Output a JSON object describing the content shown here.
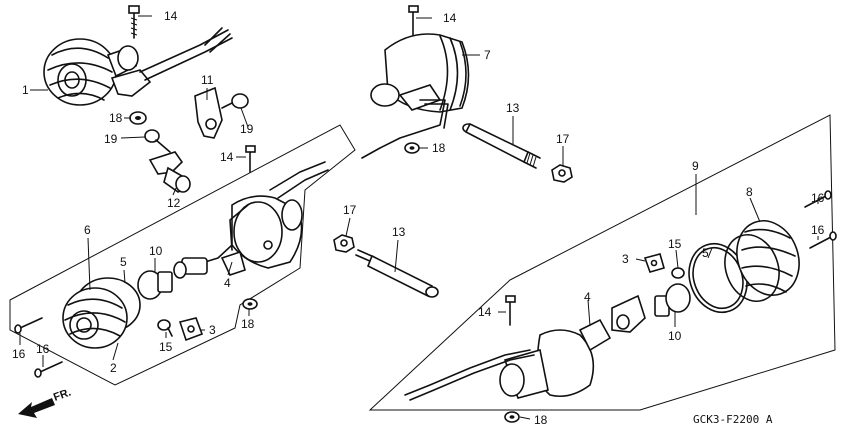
{
  "diagram_code": "GCK3-F2200 A",
  "direction_label": "FR.",
  "callouts": [
    {
      "id": "c1",
      "text": "1"
    },
    {
      "id": "c2",
      "text": "2"
    },
    {
      "id": "c3a",
      "text": "3"
    },
    {
      "id": "c3b",
      "text": "3"
    },
    {
      "id": "c4a",
      "text": "4"
    },
    {
      "id": "c4b",
      "text": "4"
    },
    {
      "id": "c5a",
      "text": "5"
    },
    {
      "id": "c5b",
      "text": "5"
    },
    {
      "id": "c6",
      "text": "6"
    },
    {
      "id": "c7",
      "text": "7"
    },
    {
      "id": "c8",
      "text": "8"
    },
    {
      "id": "c9",
      "text": "9"
    },
    {
      "id": "c10a",
      "text": "10"
    },
    {
      "id": "c10b",
      "text": "10"
    },
    {
      "id": "c11",
      "text": "11"
    },
    {
      "id": "c12",
      "text": "12"
    },
    {
      "id": "c13a",
      "text": "13"
    },
    {
      "id": "c13b",
      "text": "13"
    },
    {
      "id": "c14a",
      "text": "14"
    },
    {
      "id": "c14b",
      "text": "14"
    },
    {
      "id": "c14c",
      "text": "14"
    },
    {
      "id": "c14d",
      "text": "14"
    },
    {
      "id": "c15a",
      "text": "15"
    },
    {
      "id": "c15b",
      "text": "15"
    },
    {
      "id": "c16a",
      "text": "16"
    },
    {
      "id": "c16b",
      "text": "16"
    },
    {
      "id": "c16c",
      "text": "16"
    },
    {
      "id": "c16d",
      "text": "16"
    },
    {
      "id": "c17a",
      "text": "17"
    },
    {
      "id": "c17b",
      "text": "17"
    },
    {
      "id": "c18a",
      "text": "18"
    },
    {
      "id": "c18b",
      "text": "18"
    },
    {
      "id": "c18c",
      "text": "18"
    },
    {
      "id": "c18d",
      "text": "18"
    },
    {
      "id": "c19a",
      "text": "19"
    },
    {
      "id": "c19b",
      "text": "19"
    }
  ]
}
